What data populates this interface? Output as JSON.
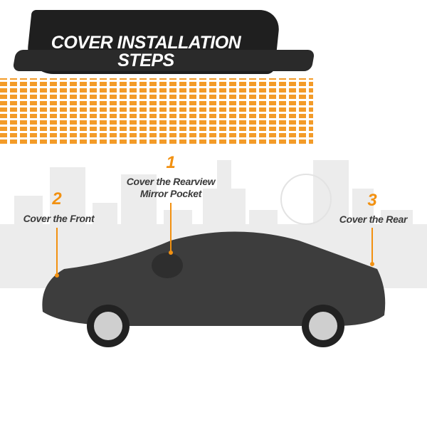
{
  "header": {
    "title_line1": "COVER INSTALLATION",
    "title_line2": "STEPS"
  },
  "steps": [
    {
      "number": "1",
      "label_line1": "Cover the Rearview",
      "label_line2": "Mirror Pocket"
    },
    {
      "number": "2",
      "label": "Cover the Front"
    },
    {
      "number": "3",
      "label": "Cover the Rear"
    }
  ],
  "colors": {
    "accent": "#f29111",
    "cover": "#3d3d3d",
    "skyline": "#ececec"
  }
}
